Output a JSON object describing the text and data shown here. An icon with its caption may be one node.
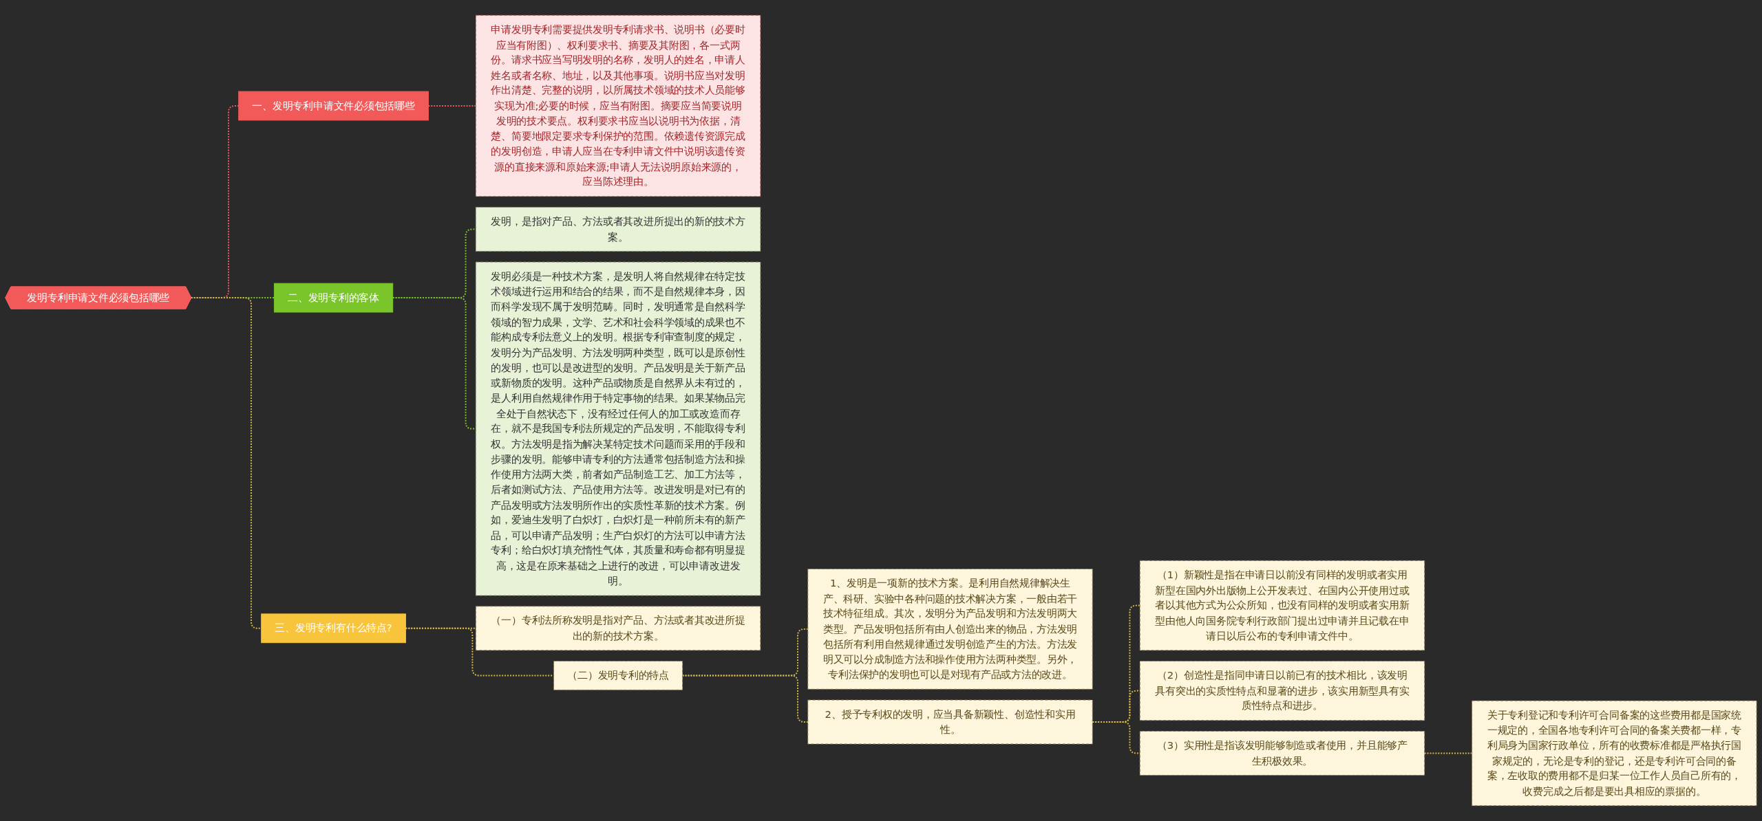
{
  "diagram": {
    "nodes": [
      {
        "text": [
          "发明专利申请文件必须包括哪些"
        ]
      },
      {
        "text": [
          "一、发明专利申请文件必须包括哪些"
        ]
      },
      {
        "text": [
          "申请发明专利需要提供发明专利请求书、说明书（必要时应当有附图）、权利要求书、摘要及其附图，各一式两份。请求书应当写明发明的名称，发明人的姓名，申请人姓名或者名称、地址，以及其他事项。说明书应当对发明作出清楚、完整的说明，以所属技术领域的技术人员能够实现为准;必要的时候，应当有附图。摘要应当简要说明发明的技术要点。权利要求书应当以说明书为依据，清楚、简要地限定要求专利保护的范围。依赖遗传资源完成的发明创造，申请人应当在专利申请文件中说明该遗传资源的直接来源和原始来源;申请人无法说明原始来源的，应当陈述理由。"
        ]
      },
      {
        "text": [
          "二、发明专利的客体"
        ]
      },
      {
        "text": [
          "发明，是指对产品、方法或者其改进所提出的新的技术方案。"
        ]
      },
      {
        "text": [
          "发明必须是一种技术方案，是发明人将自然规律在特定技术领域进行运用和结合的结果，而不是自然规律本身，因而科学发现不属于发明范畴。同时，发明通常是自然科学领域的智力成果，文学、艺术和社会科学领域的成果也不能构成专利法意义上的发明。根据专利审查制度的规定，发明分为产品发明、方法发明两种类型，既可以是原创性的发明，也可以是改进型的发明。产品发明是关于新产品或新物质的发明。这种产品或物质是自然界从未有过的，是人利用自然规律作用于特定事物的结果。如果某物品完全处于自然状态下，没有经过任何人的加工或改造而存在，就不是我国专利法所规定的产品发明，不能取得专利权。方法发明是指为解决某特定技术问题而采用的手段和步骤的发明。能够申请专利的方法通常包括制造方法和操作使用方法两大类，前者如产品制造工艺、加工方法等，后者如测试方法、产品使用方法等。改进发明是对已有的产品发明或方法发明所作出的实质性革新的技术方案。例如，爱迪生发明了白炽灯，白炽灯是一种前所未有的新产品，可以申请产品发明；生产白炽灯的方法可以申请方法专利；给白炽灯填充惰性气体，其质量和寿命都有明显提高，这是在原来基础之上进行的改进，可以申请改进发明。"
        ]
      },
      {
        "text": [
          "三、发明专利有什么特点?"
        ]
      },
      {
        "text": [
          "（一）专利法所称发明是指对产品、方法或者其改进所提出的新的技术方案。"
        ]
      },
      {
        "text": [
          "（二）发明专利的特点"
        ]
      },
      {
        "text": [
          "1、发明是一项新的技术方案。是利用自然规律解决生产、科研、实验中各种问题的技术解决方案，一般由若干技术特征组成。其次，发明分为产品发明和方法发明两大类型。产品发明包括所有由人创造出来的物品，方法发明包括所有利用自然规律通过发明创造产生的方法。方法发明又可以分成制造方法和操作使用方法两种类型。另外，专利法保护的发明也可以是对现有产品或方法的改进。"
        ]
      },
      {
        "text": [
          "2、授予专利权的发明，应当具备新颖性、创造性和实用性。"
        ]
      },
      {
        "text": [
          "（1）新颖性是指在申请日以前没有同样的发明或者实用新型在国内外出版物上公开发表过、在国内公开使用过或者以其他方式为公众所知，也没有同样的发明或者实用新型由他人向国务院专利行政部门提出过申请并且记载在申请日以后公布的专利申请文件中。"
        ]
      },
      {
        "text": [
          "（2）创造性是指同申请日以前已有的技术相比，该发明具有突出的实质性特点和显著的进步，该实用新型具有实质性特点和进步。"
        ]
      },
      {
        "text": [
          "（3）实用性是指该发明能够制造或者使用，并且能够产生积极效果。"
        ]
      },
      {
        "text": [
          "关于专利登记和专利许可合同备案的这些费用都是国家统一规定的，全国各地专利许可合同的备案关费都一样，专利局身为国家行政单位，所有的收费标准都是严格执行国家规定的，无论是专利的登记，还是专利许可合同的备案，左收取的费用都不是归某一位工作人员自己所有的，收费完成之后都是要出具相应的票据的。"
        ]
      }
    ],
    "edges": [
      {
        "from": 0,
        "to": 1,
        "arrow": "none",
        "style": "dashed",
        "color": "#f25a5a"
      },
      {
        "from": 1,
        "to": 2,
        "arrow": "none",
        "style": "dashed",
        "color": "#f25a5a"
      },
      {
        "from": 0,
        "to": 3,
        "arrow": "none",
        "style": "dashed",
        "color": "#7ac52a"
      },
      {
        "from": 3,
        "to": 4,
        "arrow": "none",
        "style": "dashed",
        "color": "#7ac52a"
      },
      {
        "from": 3,
        "to": 5,
        "arrow": "none",
        "style": "dashed",
        "color": "#7ac52a"
      },
      {
        "from": 0,
        "to": 6,
        "arrow": "none",
        "style": "dashed"
      },
      {
        "from": 6,
        "to": 7,
        "arrow": "none",
        "style": "dashed"
      },
      {
        "from": 6,
        "to": 8,
        "arrow": "none",
        "style": "dashed"
      },
      {
        "from": 8,
        "to": 9,
        "arrow": "none",
        "style": "dashed"
      },
      {
        "from": 8,
        "to": 10,
        "arrow": "none",
        "style": "dashed"
      },
      {
        "from": 10,
        "to": 11,
        "arrow": "none",
        "style": "dashed"
      },
      {
        "from": 10,
        "to": 12,
        "arrow": "none",
        "style": "dashed"
      },
      {
        "from": 10,
        "to": 13,
        "arrow": "none",
        "style": "dashed"
      },
      {
        "from": 13,
        "to": 14,
        "arrow": "none",
        "style": "dashed"
      }
    ]
  }
}
